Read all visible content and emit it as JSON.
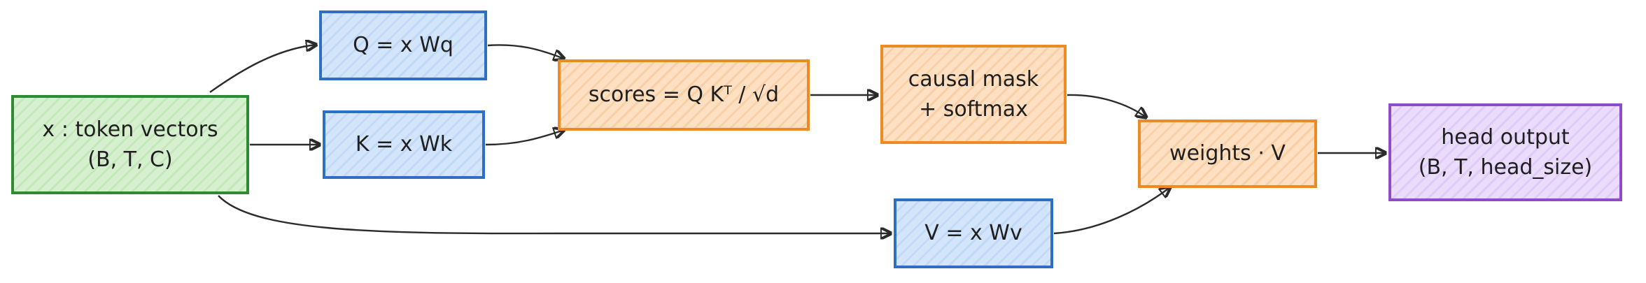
{
  "nodes": {
    "x": {
      "line1": "x : token vectors",
      "line2": "(B, T, C)"
    },
    "q": {
      "label": "Q = x Wq"
    },
    "k": {
      "label": "K = x Wk"
    },
    "scores": {
      "label": "scores = Q Kᵀ / √d"
    },
    "mask": {
      "line1": "causal mask",
      "line2": "+ softmax"
    },
    "weights": {
      "label": "weights · V"
    },
    "v": {
      "label": "V = x Wv"
    },
    "output": {
      "line1": "head output",
      "line2": "(B, T, head_size)"
    }
  },
  "edges": [
    {
      "from": "x",
      "to": "q"
    },
    {
      "from": "x",
      "to": "k"
    },
    {
      "from": "x",
      "to": "v"
    },
    {
      "from": "q",
      "to": "scores"
    },
    {
      "from": "k",
      "to": "scores"
    },
    {
      "from": "scores",
      "to": "mask"
    },
    {
      "from": "mask",
      "to": "weights"
    },
    {
      "from": "v",
      "to": "weights"
    },
    {
      "from": "weights",
      "to": "output"
    }
  ],
  "colors": {
    "input": "#2f8a34",
    "projection": "#2f6fc2",
    "operation": "#ec8a24",
    "output": "#8e4ccb",
    "arrow": "#2b2b2b"
  }
}
